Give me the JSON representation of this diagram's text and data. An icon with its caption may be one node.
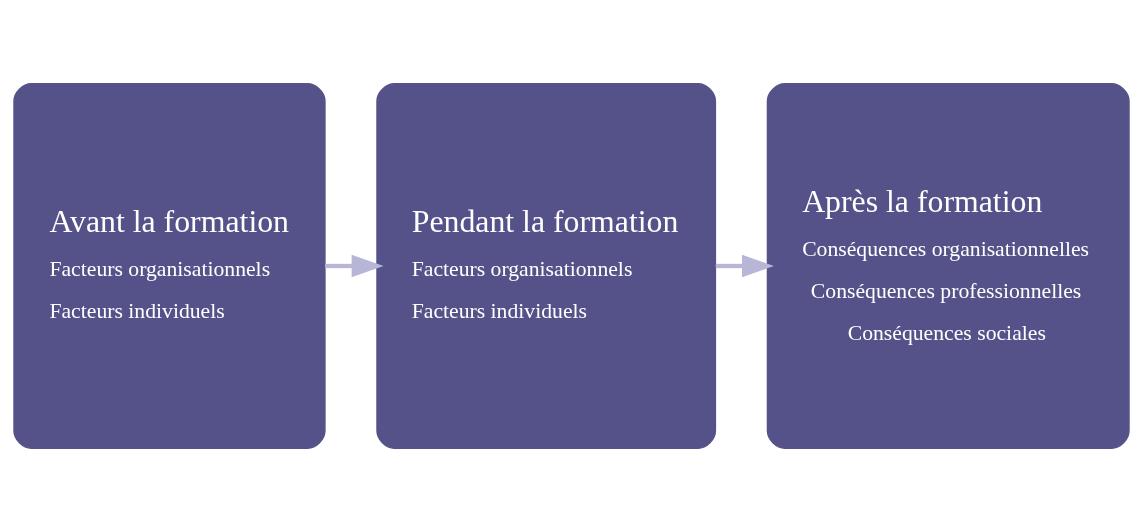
{
  "diagram": {
    "nodes": [
      {
        "text": [
          "Avant la formation",
          "Facteurs organisationnels",
          "Facteurs individuels"
        ]
      },
      {
        "text": [
          "Pendant la formation",
          "Facteurs organisationnels",
          "Facteurs individuels"
        ]
      },
      {
        "text": [
          "Après la formation",
          "Conséquences organisationnelles",
          "Conséquences professionnelles",
          "Conséquences sociales"
        ]
      }
    ],
    "edges": [
      {
        "from": 0,
        "to": 1,
        "arrow": "to"
      },
      {
        "from": 1,
        "to": 2,
        "arrow": "to"
      }
    ]
  }
}
